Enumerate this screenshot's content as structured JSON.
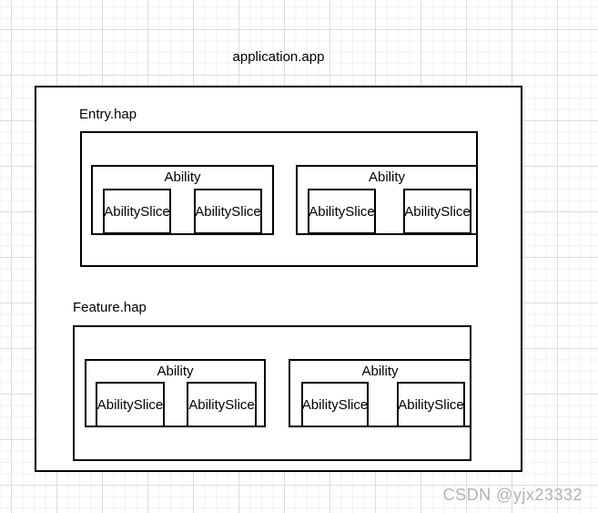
{
  "app": {
    "label": "application.app"
  },
  "modules": [
    {
      "name": "Entry.hap",
      "abilities": [
        {
          "name": "Ability",
          "slices": [
            "AbilitySlice",
            "AbilitySlice"
          ]
        },
        {
          "name": "Ability",
          "slices": [
            "AbilitySlice",
            "AbilitySlice"
          ]
        }
      ]
    },
    {
      "name": "Feature.hap",
      "abilities": [
        {
          "name": "Ability",
          "slices": [
            "AbilitySlice",
            "AbilitySlice"
          ]
        },
        {
          "name": "Ability",
          "slices": [
            "AbilitySlice",
            "AbilitySlice"
          ]
        }
      ]
    }
  ],
  "watermark": "CSDN @yjx23332",
  "colors": {
    "border": "#000000",
    "canvas_bg": "#ffffff",
    "grid_minor": "#f2f2f2",
    "grid_major": "#dcdcdc",
    "text": "#000000",
    "watermark": "#b3b3b3"
  }
}
